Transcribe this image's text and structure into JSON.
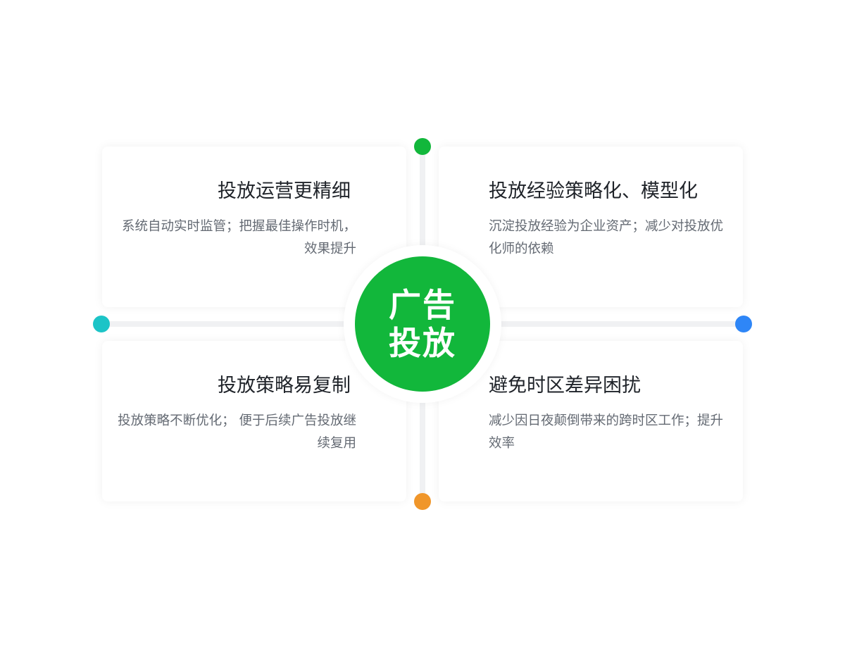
{
  "colors": {
    "center": "#12b73b",
    "dot_top": "#12b73b",
    "dot_right": "#2e86f7",
    "dot_bottom": "#f0962a",
    "dot_left": "#1cc4c7"
  },
  "center": {
    "line1": "广告",
    "line2": "投放"
  },
  "cards": {
    "top_left": {
      "title": "投放运营更精细",
      "desc": "系统自动实时监管；把握最佳操作时机，效果提升"
    },
    "top_right": {
      "title": "投放经验策略化、模型化",
      "desc": "沉淀投放经验为企业资产；减少对投放优化师的依赖"
    },
    "bottom_left": {
      "title": "投放策略易复制",
      "desc": "投放策略不断优化； 便于后续广告投放继续复用"
    },
    "bottom_right": {
      "title": "避免时区差异困扰",
      "desc": "减少因日夜颠倒带来的跨时区工作；提升效率"
    }
  }
}
